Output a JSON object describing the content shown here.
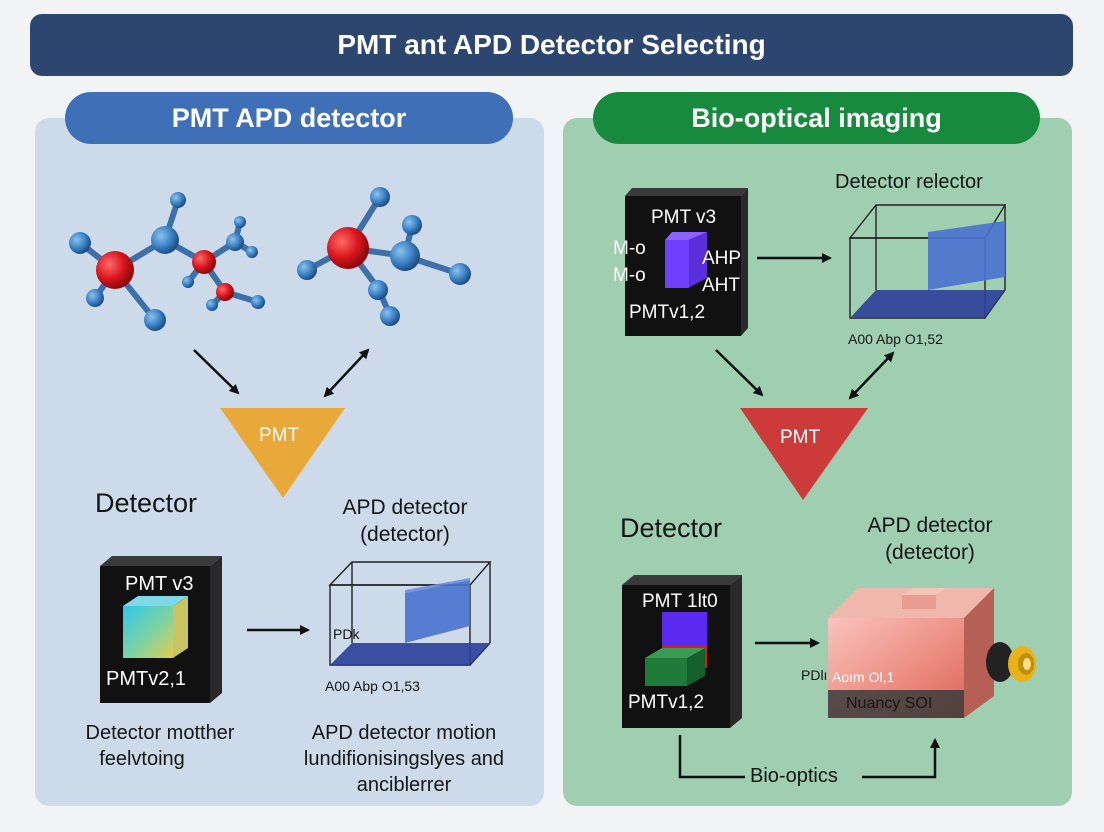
{
  "title": "PMT ant APD Detector Selecting",
  "left": {
    "header": "PMT APD detector",
    "funnel_label": "PMT",
    "detector_heading": "Detector",
    "apd_heading_line1": "APD detector",
    "apd_heading_line2": "(detector)",
    "device_top": "PMT v3",
    "device_bottom": "PMTv2,1",
    "chart_side_label": "PDk",
    "chart_bottom_label": "A00 Abp O1,53",
    "caption_left_line1": "Detector  motther",
    "caption_left_line2": "feelvtoing",
    "caption_right_line1": "APD detector motion",
    "caption_right_line2": "lundifionisingslyes and",
    "caption_right_line3": "anciblerrer"
  },
  "right": {
    "header": "Bio-optical imaging",
    "device_top": "PMT v3",
    "device_left1": "M-o",
    "device_left2": "M-o",
    "device_right1": "AHP",
    "device_right2": "AHT",
    "device_bottom": "PMTv1,2",
    "selector_label": "Detector relector",
    "chart_bottom_label": "A00 Abp O1,52",
    "funnel_label": "PMT",
    "detector_heading": "Detector",
    "apd_heading_line1": "APD detector",
    "apd_heading_line2": "(detector)",
    "device2_top": "PMT 1lt0",
    "device2_bottom": "PMTv1,2",
    "apd_side_label": "PDlı",
    "apd_label1": "Aoım Ol,1",
    "apd_label2": "Nuancy SOI",
    "bio_optics_label": "Bio-optics"
  },
  "colors": {
    "title_bg": "#2c4670",
    "left_panel": "#ccdaea",
    "right_panel": "#9fceb1",
    "left_pill": "#3f6fb6",
    "right_pill": "#178a3d",
    "funnel_left": "#e8a93a",
    "funnel_right": "#cc3a3a",
    "atom_red": "#d8151b",
    "atom_blue": "#3b82c6"
  }
}
